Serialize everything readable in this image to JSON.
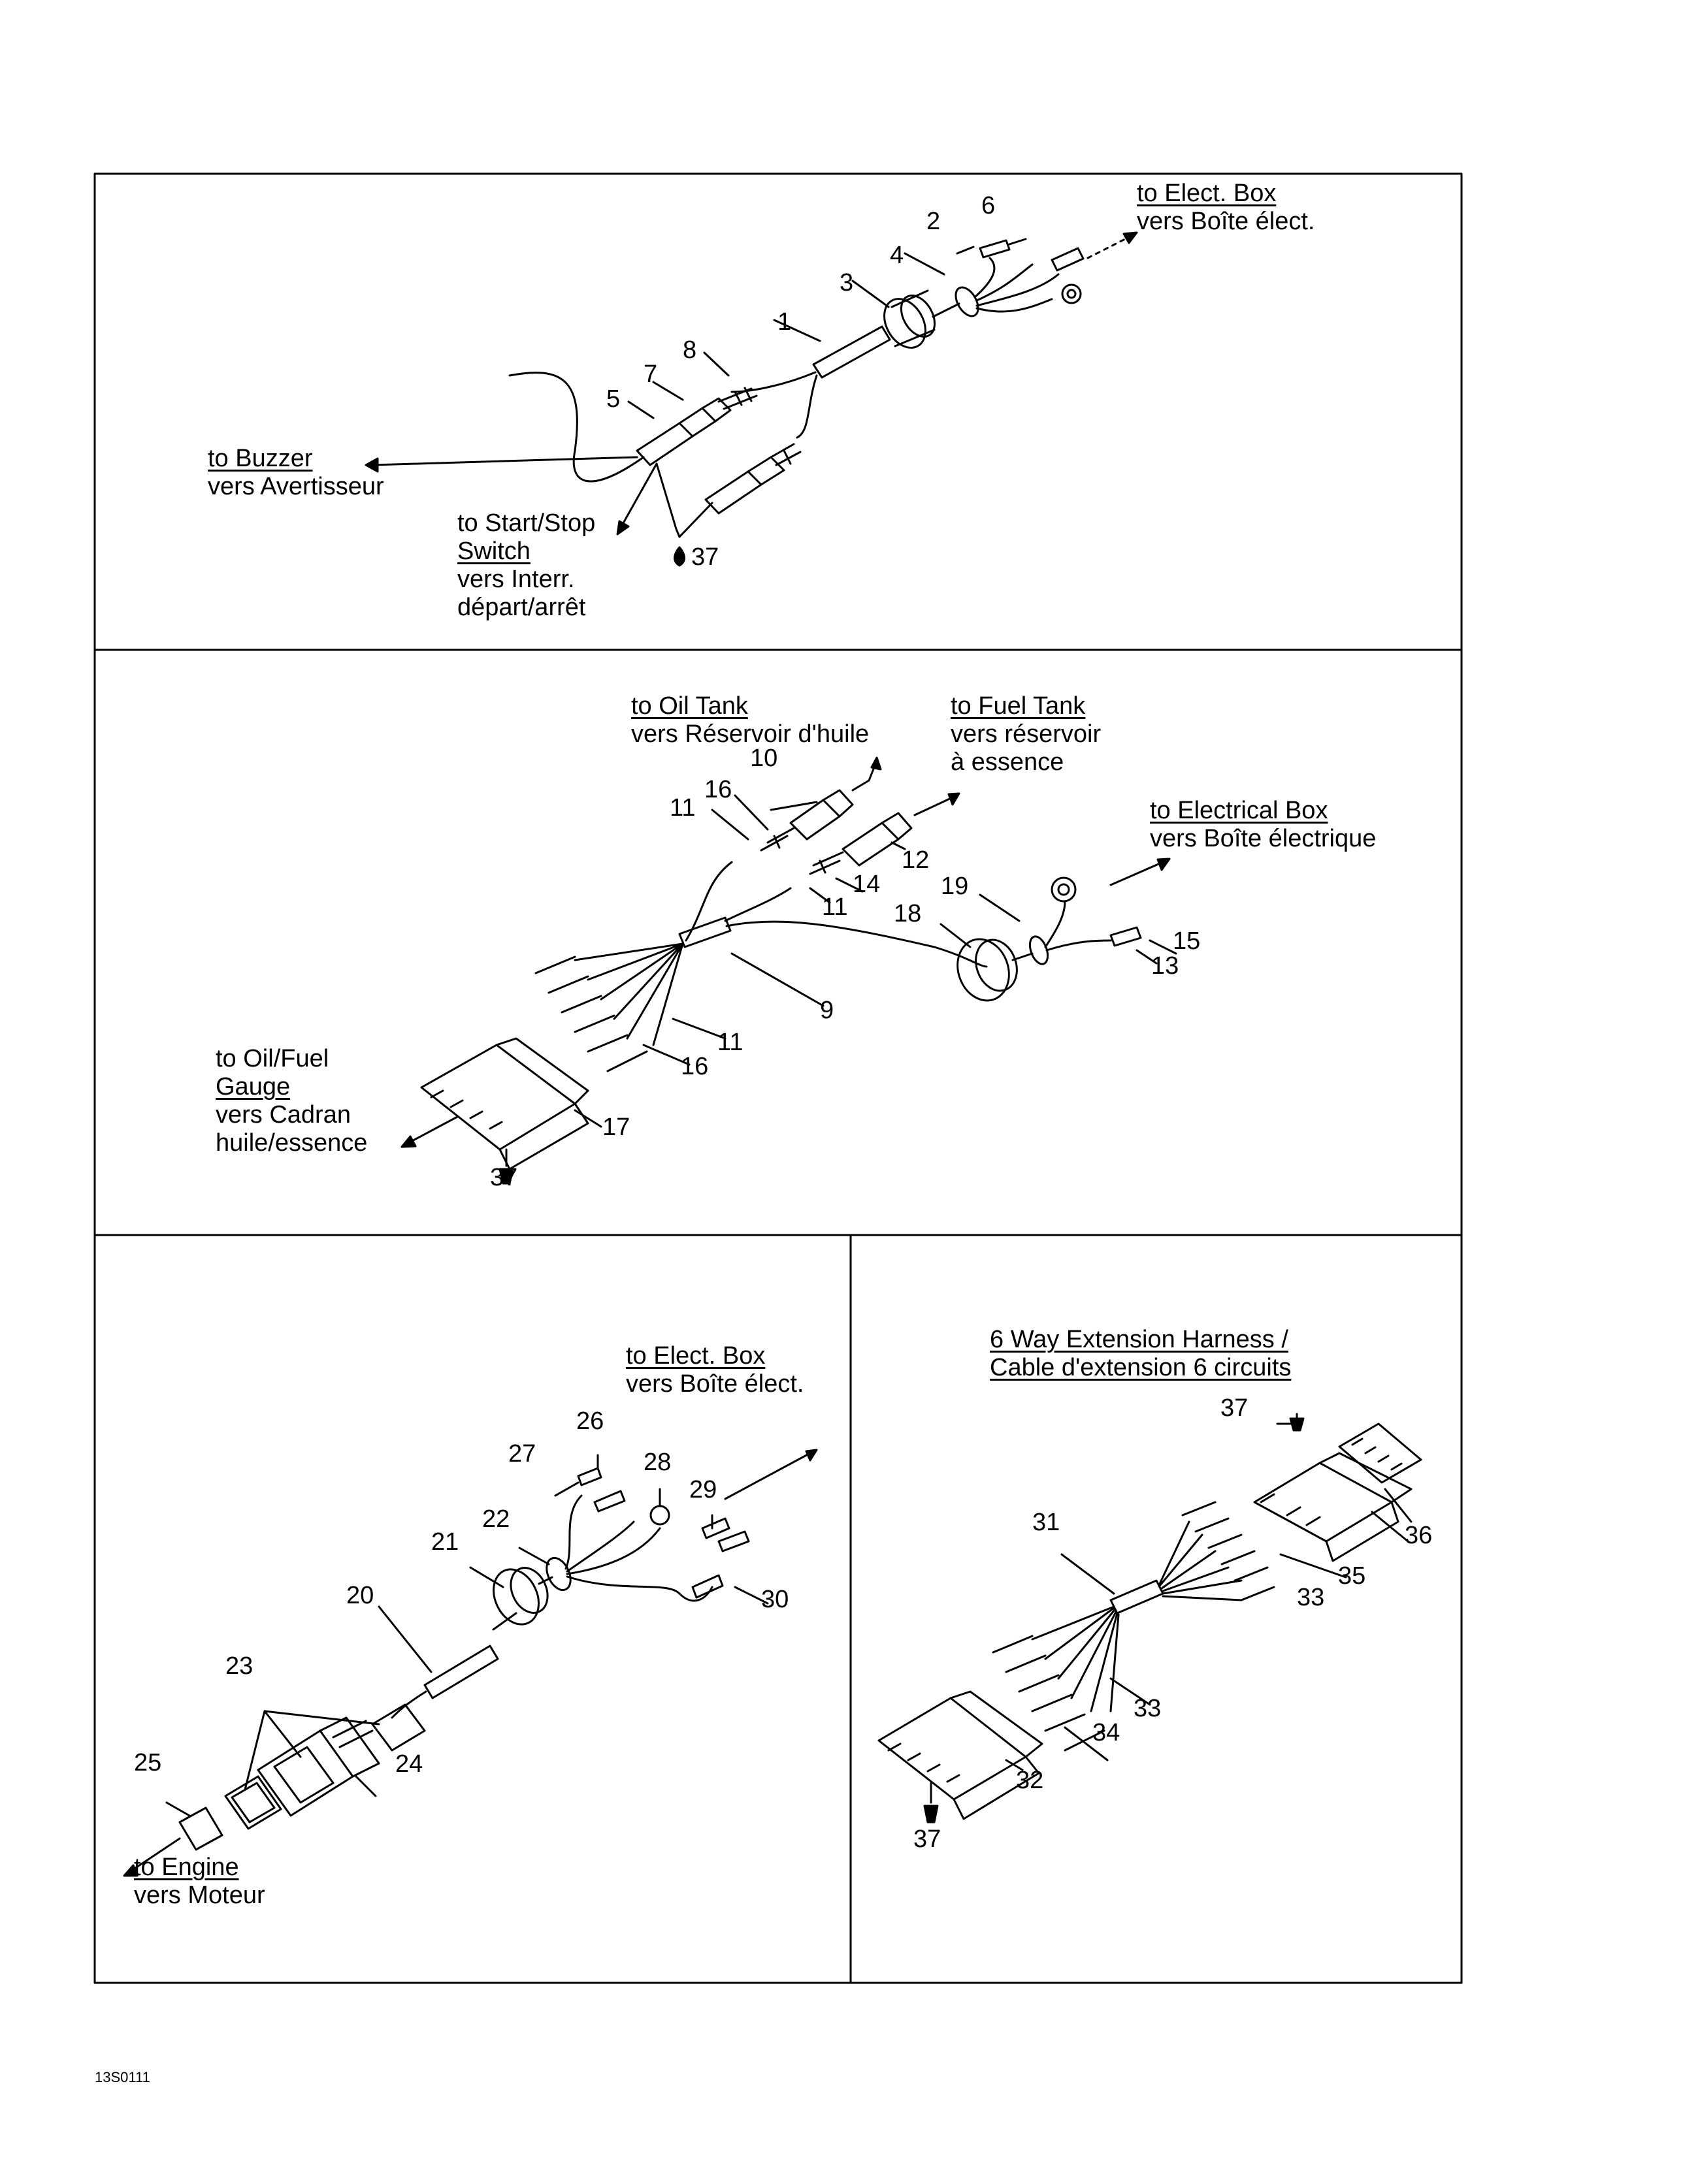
{
  "panel_top": {
    "dest_elect_box": {
      "line1": "to Elect. Box",
      "line2": "vers Boîte élect."
    },
    "dest_buzzer": {
      "line1": "to Buzzer",
      "line2": "vers Avertisseur"
    },
    "dest_switch": {
      "line1": "to Start/Stop",
      "line2": "Switch",
      "line3": "vers Interr.",
      "line4": "départ/arrêt"
    },
    "callouts": [
      "1",
      "2",
      "3",
      "4",
      "5",
      "6",
      "7",
      "8",
      "37"
    ]
  },
  "panel_middle": {
    "dest_oil_tank": {
      "line1": "to Oil Tank",
      "line2": "vers Réservoir d'huile"
    },
    "dest_fuel_tank": {
      "line1": "to Fuel Tank",
      "line2": "vers réservoir",
      "line3": "à essence"
    },
    "dest_electrical_box": {
      "line1": "to Electrical Box",
      "line2": "vers Boîte électrique"
    },
    "dest_gauge": {
      "line1": "to Oil/Fuel",
      "line2": "Gauge",
      "line3": "vers Cadran",
      "line4": "huile/essence"
    },
    "callouts": [
      "10",
      "16",
      "11",
      "12",
      "14",
      "11",
      "19",
      "18",
      "15",
      "13",
      "9",
      "11",
      "16",
      "17",
      "37"
    ]
  },
  "panel_bottom_left": {
    "dest_elect_box": {
      "line1": "to Elect. Box",
      "line2": "vers Boîte élect."
    },
    "dest_engine": {
      "line1": "to Engine",
      "line2": "vers Moteur"
    },
    "callouts": [
      "26",
      "27",
      "28",
      "29",
      "22",
      "21",
      "30",
      "20",
      "23",
      "24",
      "25"
    ]
  },
  "panel_bottom_right": {
    "title": {
      "line1": "6 Way Extension Harness /",
      "line2": "Cable d'extension 6 circuits"
    },
    "callouts": [
      "37",
      "31",
      "36",
      "35",
      "33",
      "33",
      "34",
      "32",
      "37"
    ]
  },
  "footer": {
    "drawing_code": "13S0111"
  }
}
